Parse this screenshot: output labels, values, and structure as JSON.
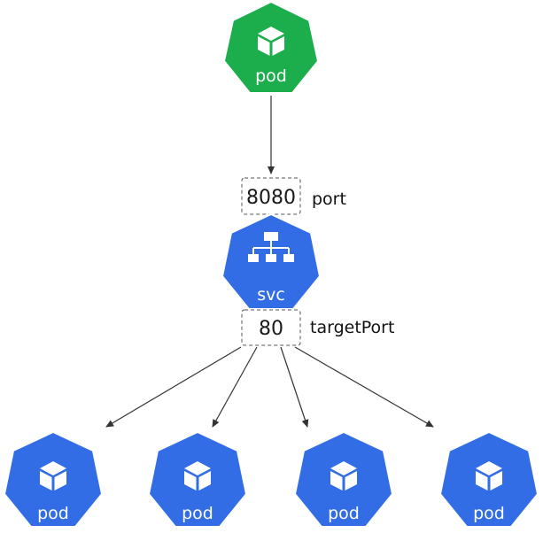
{
  "colors": {
    "source_pod_fill": "#1cad4d",
    "pod_fill": "#326de6",
    "svc_fill": "#326de6",
    "arrow": "#333333",
    "dashed_box": "#555555"
  },
  "source_pod": {
    "label": "pod",
    "icon": "cube-icon"
  },
  "service": {
    "label": "svc",
    "icon": "hierarchy-icon",
    "port": {
      "value": "8080",
      "label": "port"
    },
    "target_port": {
      "value": "80",
      "label": "targetPort"
    }
  },
  "target_pods": [
    {
      "label": "pod",
      "icon": "cube-icon"
    },
    {
      "label": "pod",
      "icon": "cube-icon"
    },
    {
      "label": "pod",
      "icon": "cube-icon"
    },
    {
      "label": "pod",
      "icon": "cube-icon"
    }
  ]
}
